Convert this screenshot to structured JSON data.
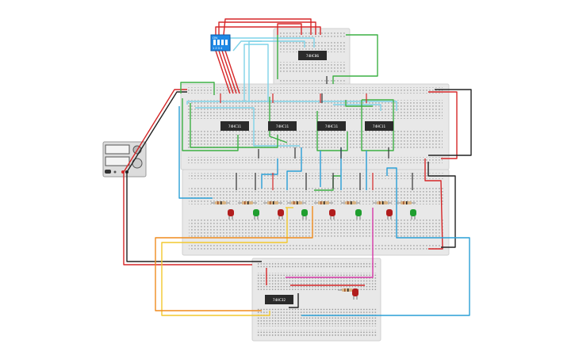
{
  "chips": {
    "top": "74HC86",
    "row1": "74HC11",
    "row2": "74HC11",
    "row3": "74HC11",
    "row4": "74HC11",
    "bottom": "74HC32"
  },
  "dip_switch": {
    "label": "ON",
    "numbers": "1 2 3 4"
  },
  "colors": {
    "breadboard": "#e8e8e8",
    "wire_red": "#d62728",
    "wire_black": "#222222",
    "wire_green": "#3cb043",
    "wire_blue": "#2a9fd6",
    "wire_lightblue": "#7fd3e8",
    "wire_yellow": "#f2c82e",
    "wire_orange": "#f08c1e",
    "wire_magenta": "#d63aa8",
    "led_red": "#b11d1d",
    "led_green": "#1f9e2f",
    "dip_blue": "#1e88e5",
    "chip": "#2b2b2b"
  },
  "icons": [
    "power-supply-icon",
    "dip-switch-icon",
    "led-icon",
    "resistor-icon"
  ]
}
